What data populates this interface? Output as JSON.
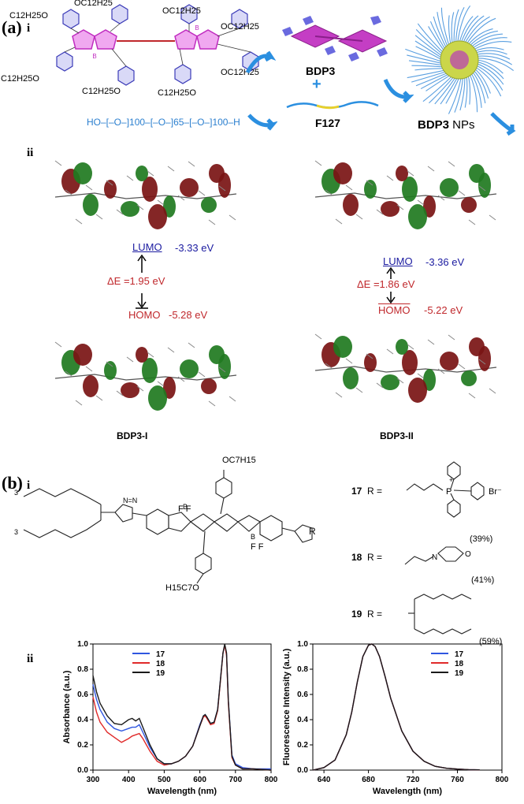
{
  "panel_a": {
    "label": "(a)",
    "sub_i": "i",
    "sub_ii": "ii",
    "reagent_labels": [
      "BDP3",
      "+",
      "F127"
    ],
    "product_label_bold": "BDP3",
    "product_label_rest": " NPs",
    "chain_labels": {
      "c12_1": "C12H25O",
      "c12_2": "C12H25O",
      "c12_3": "OC12H25",
      "c12_4": "OC12H25",
      "c12_5": "C12H25O",
      "c12_6": "C12H25O",
      "c12_7": "OC12H25",
      "c12_8": "OC12H25"
    },
    "f127_formula": "HO–[–O–]100–[–O–]65–[–O–]100–H",
    "orbitals": {
      "left": {
        "name": "BDP3-I",
        "lumo_label": "LUMO",
        "lumo_energy": "-3.33 eV",
        "gap": "ΔE =1.95 eV",
        "homo_label": "HOMO",
        "homo_energy": "-5.28 eV"
      },
      "right": {
        "name": "BDP3-II",
        "lumo_label": "LUMO",
        "lumo_energy": "-3.36 eV",
        "gap": "ΔE =1.86 eV",
        "homo_label": "HOMO",
        "homo_energy": "-5.22 eV"
      }
    }
  },
  "panel_b": {
    "label": "(b)",
    "sub_i": "i",
    "sub_ii": "ii",
    "r_groups": [
      {
        "num": "17",
        "r": "R =",
        "yield": "(39%)",
        "counter_ion": "Br⁻",
        "plus": "+",
        "atom": "P"
      },
      {
        "num": "18",
        "r": "R =",
        "yield": "(41%)",
        "atom_n": "N",
        "atom_o": "O"
      },
      {
        "num": "19",
        "r": "R =",
        "yield": "(59%)"
      }
    ],
    "core_labels": {
      "oc7": "OC7H15",
      "h15c7o": "H15C7O",
      "r": "R",
      "bf1": "F  F",
      "bf2": "F  F"
    }
  },
  "chart_data": [
    {
      "type": "line",
      "title": "",
      "xlabel": "Wavelength (nm)",
      "ylabel": "Absorbance (a.u.)",
      "xlim": [
        300,
        800
      ],
      "ylim": [
        0.0,
        1.0
      ],
      "xticks": [
        "300",
        "400",
        "500",
        "600",
        "700",
        "800"
      ],
      "yticks": [
        "0.0",
        "0.2",
        "0.4",
        "0.6",
        "0.8",
        "1.0"
      ],
      "legend_position": "top-left",
      "x": [
        300,
        310,
        320,
        340,
        360,
        380,
        400,
        410,
        420,
        430,
        440,
        460,
        480,
        500,
        520,
        540,
        560,
        580,
        600,
        610,
        615,
        620,
        630,
        640,
        650,
        660,
        665,
        670,
        675,
        680,
        690,
        700,
        720,
        750,
        800
      ],
      "series": [
        {
          "name": "17",
          "color": "#2f56e0",
          "values": [
            0.68,
            0.56,
            0.48,
            0.38,
            0.33,
            0.31,
            0.33,
            0.34,
            0.34,
            0.36,
            0.3,
            0.18,
            0.09,
            0.05,
            0.05,
            0.07,
            0.11,
            0.19,
            0.36,
            0.43,
            0.44,
            0.42,
            0.37,
            0.38,
            0.48,
            0.78,
            0.93,
            0.99,
            0.92,
            0.55,
            0.12,
            0.05,
            0.02,
            0.01,
            0.01
          ]
        },
        {
          "name": "18",
          "color": "#e02a2a",
          "values": [
            0.58,
            0.46,
            0.38,
            0.3,
            0.26,
            0.22,
            0.25,
            0.27,
            0.28,
            0.29,
            0.25,
            0.15,
            0.07,
            0.04,
            0.05,
            0.07,
            0.11,
            0.19,
            0.35,
            0.42,
            0.43,
            0.41,
            0.36,
            0.37,
            0.47,
            0.77,
            0.93,
            0.99,
            0.91,
            0.53,
            0.1,
            0.04,
            0.01,
            0.01,
            0.0
          ]
        },
        {
          "name": "19",
          "color": "#1a1a1a",
          "values": [
            0.75,
            0.62,
            0.53,
            0.43,
            0.37,
            0.36,
            0.4,
            0.41,
            0.39,
            0.41,
            0.34,
            0.2,
            0.09,
            0.05,
            0.05,
            0.07,
            0.11,
            0.19,
            0.35,
            0.43,
            0.44,
            0.42,
            0.37,
            0.38,
            0.48,
            0.78,
            0.93,
            1.0,
            0.93,
            0.55,
            0.11,
            0.04,
            0.01,
            0.01,
            0.0
          ]
        }
      ]
    },
    {
      "type": "line",
      "title": "",
      "xlabel": "Wavelength (nm)",
      "ylabel": "Fluorescence Intensity (a.u.)",
      "xlim": [
        630,
        800
      ],
      "ylim": [
        0.0,
        1.0
      ],
      "xticks": [
        "640",
        "680",
        "720",
        "760",
        "800"
      ],
      "yticks": [
        "0.0",
        "0.2",
        "0.4",
        "0.6",
        "0.8",
        "1.0"
      ],
      "legend_position": "top-right",
      "x": [
        630,
        640,
        650,
        660,
        665,
        670,
        675,
        680,
        683,
        686,
        690,
        695,
        700,
        710,
        720,
        730,
        740,
        750,
        760,
        770,
        780
      ],
      "series": [
        {
          "name": "17",
          "color": "#2f56e0",
          "values": [
            0.0,
            0.02,
            0.08,
            0.28,
            0.46,
            0.7,
            0.9,
            0.99,
            1.0,
            0.98,
            0.9,
            0.74,
            0.57,
            0.31,
            0.15,
            0.07,
            0.03,
            0.015,
            0.008,
            0.004,
            0.002
          ]
        },
        {
          "name": "18",
          "color": "#e02a2a",
          "values": [
            0.0,
            0.02,
            0.08,
            0.28,
            0.46,
            0.7,
            0.9,
            0.99,
            1.0,
            0.98,
            0.9,
            0.74,
            0.57,
            0.31,
            0.15,
            0.07,
            0.03,
            0.015,
            0.008,
            0.004,
            0.002
          ]
        },
        {
          "name": "19",
          "color": "#1a1a1a",
          "values": [
            0.0,
            0.02,
            0.08,
            0.28,
            0.46,
            0.7,
            0.9,
            0.99,
            1.0,
            0.98,
            0.9,
            0.74,
            0.57,
            0.31,
            0.15,
            0.07,
            0.03,
            0.015,
            0.008,
            0.004,
            0.002
          ]
        }
      ]
    }
  ]
}
